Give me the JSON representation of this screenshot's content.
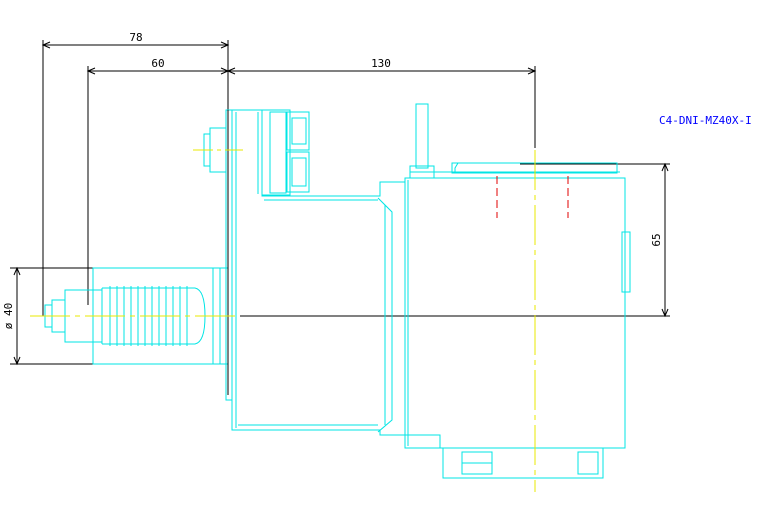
{
  "drawing": {
    "part_number": "C4-DNI-MZ40X-I",
    "dimensions": {
      "overall_left": "78",
      "shank_length": "60",
      "spindle_offset": "130",
      "center_height": "65",
      "shank_diameter": "ø 40"
    }
  },
  "colors": {
    "outline": "#00e5e5",
    "dimension": "#000000",
    "centerline": "#e8e800",
    "hidden": "#e00000",
    "label": "#0000ff"
  }
}
